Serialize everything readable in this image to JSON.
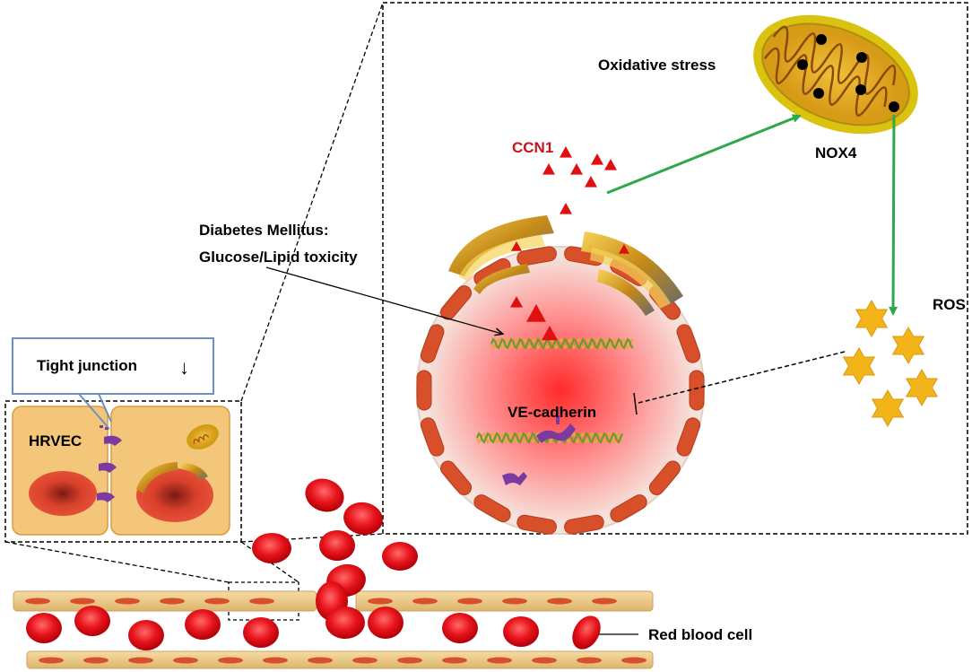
{
  "labels": {
    "oxidative_stress": "Oxidative stress",
    "ccn1": "CCN1",
    "nox4": "NOX4",
    "ros": "ROS",
    "diabetes_line1": "Diabetes Mellitus:",
    "diabetes_line2": "Glucose/Lipid toxicity",
    "ve_cadherin": "VE-cadherin",
    "tight_junction": "Tight junction",
    "tight_junction_arrow": "↓",
    "hrvec": "HRVEC",
    "red_blood_cell": "Red blood cell"
  },
  "colors": {
    "ccn1": "#e01010",
    "arrow_green": "#2ea84a",
    "rbc": "#e8141c",
    "membrane": "#d8502a",
    "cell_body": "#f3c67a",
    "ros_star": "#f3b41a",
    "junction": "#7a3aa0",
    "mito_outer": "#e0b010",
    "callout_border": "#6f8fbf"
  }
}
